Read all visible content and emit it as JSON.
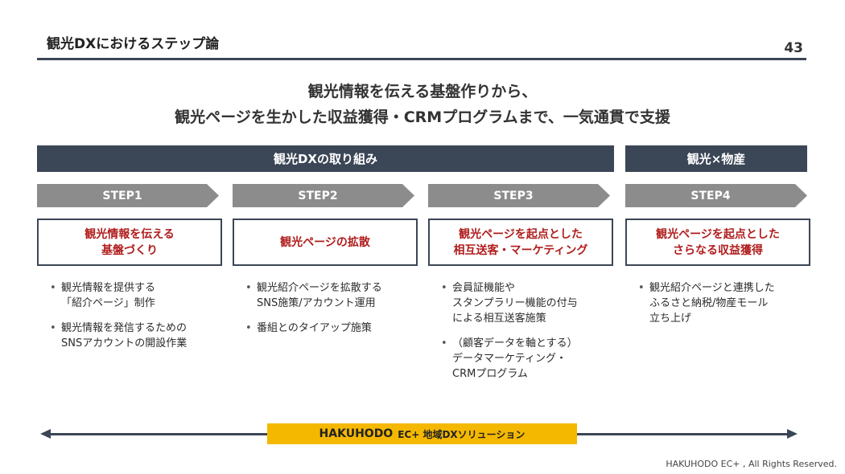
{
  "header": {
    "title": "観光DXにおけるステップ論",
    "page_number": "43"
  },
  "headline": {
    "line1": "観光情報を伝える基盤作りから、",
    "line2": "観光ページを生かした収益獲得・CRMプログラムまで、一気通貫で支援"
  },
  "bands": {
    "dx": "観光DXの取り組み",
    "local": "観光×物産"
  },
  "steps": [
    {
      "label": "STEP1",
      "box": [
        "観光情報を伝える",
        "基盤づくり"
      ],
      "bullets": [
        [
          "観光情報を提供する",
          "「紹介ページ」制作"
        ],
        [
          "観光情報を発信するための",
          "SNSアカウントの開設作業"
        ]
      ]
    },
    {
      "label": "STEP2",
      "box": [
        "観光ページの拡散"
      ],
      "bullets": [
        [
          "観光紹介ページを拡散する",
          "SNS施策/アカウント運用"
        ],
        [
          "番組とのタイアップ施策"
        ]
      ]
    },
    {
      "label": "STEP3",
      "box": [
        "観光ページを起点とした",
        "相互送客・マーケティング"
      ],
      "bullets": [
        [
          "会員証機能や",
          "スタンプラリー機能の付与",
          "による相互送客施策"
        ],
        [
          "（顧客データを軸とする）",
          "データマーケティング・",
          "CRMプログラム"
        ]
      ]
    },
    {
      "label": "STEP4",
      "box": [
        "観光ページを起点とした",
        "さらなる収益獲得"
      ],
      "bullets": [
        [
          "観光紹介ページと連携した",
          "ふるさと納税/物産モール",
          "立ち上げ"
        ]
      ]
    }
  ],
  "solution": {
    "main": "HAKUHODO",
    "sub": "EC+ 地域DXソリューション"
  },
  "footer": {
    "copyright": "HAKUHODO EC+ , All Rights Reserved."
  },
  "colors": {
    "navy": "#3b4656",
    "step_gray": "#8c8c8c",
    "accent_red": "#b01c1c",
    "highlight_yellow": "#f5b800"
  }
}
